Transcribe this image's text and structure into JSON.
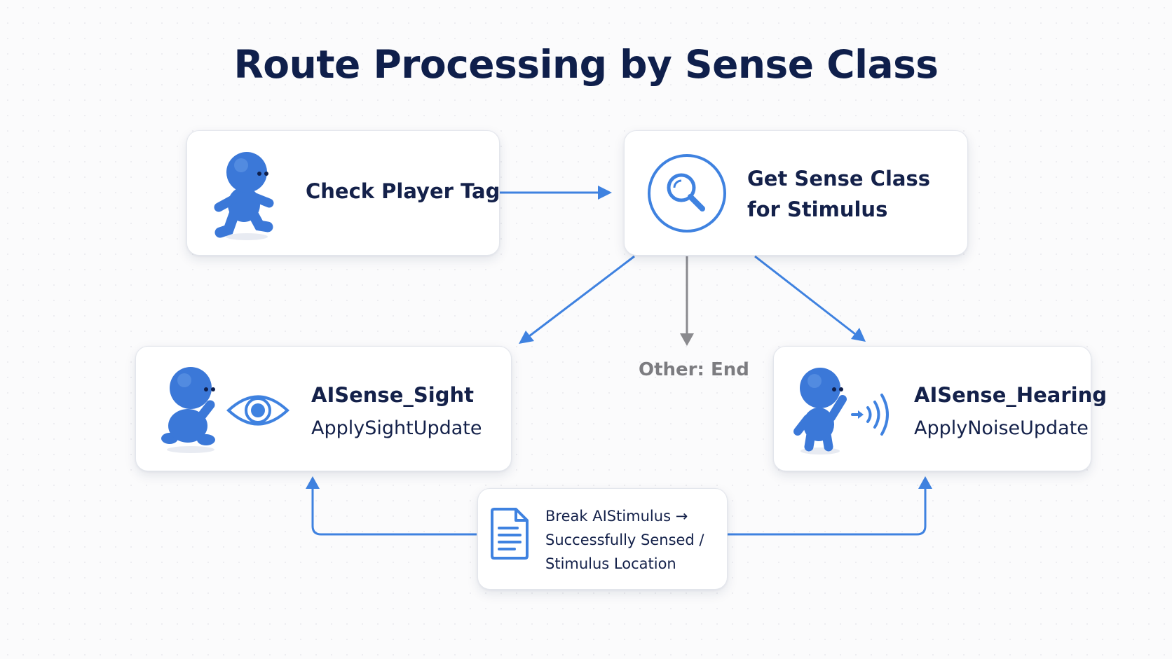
{
  "title": "Route Processing by Sense Class",
  "nodes": {
    "check_tag": {
      "label": "Check Player Tag",
      "icon": "walking-character-icon"
    },
    "get_sense": {
      "line1": "Get Sense Class",
      "line2": "for Stimulus",
      "icon": "magnifier-icon"
    },
    "sight": {
      "name": "AISense_Sight",
      "action": "ApplySightUpdate",
      "icons": [
        "looking-character-icon",
        "eye-icon"
      ]
    },
    "hearing": {
      "name": "AISense_Hearing",
      "action": "ApplyNoiseUpdate",
      "icons": [
        "listening-character-icon",
        "sound-waves-icon"
      ]
    },
    "break_stimulus": {
      "line1": "Break AIStimulus →",
      "line2": "Successfully Sensed /",
      "line3": "Stimulus Location",
      "icon": "document-icon"
    }
  },
  "branches": {
    "other": "Other: End"
  },
  "colors": {
    "accent": "#3f82e0",
    "figure": "#3b78d8",
    "grey_arrow": "#8a8a8e",
    "title": "#0f1f4b"
  }
}
